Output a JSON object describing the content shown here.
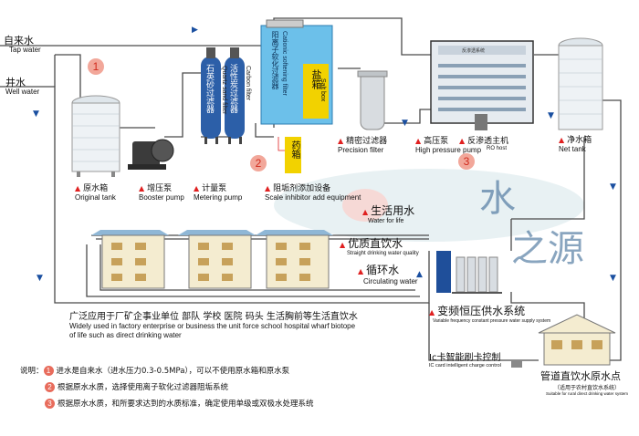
{
  "sources": {
    "tap_cn": "自来水",
    "tap_en": "Tap water",
    "well_cn": "井水",
    "well_en": "Well water"
  },
  "steps": {
    "s1": "1",
    "s2": "2",
    "s3": "3"
  },
  "equipment": {
    "original_tank_cn": "原水箱",
    "original_tank_en": "Original tank",
    "booster_cn": "增压泵",
    "booster_en": "Booster pump",
    "metering_cn": "计量泵",
    "metering_en": "Metering pump",
    "scale_cn": "阻垢剂添加设备",
    "scale_en": "Scale inhibitor add equipment",
    "precision_cn": "精密过滤器",
    "precision_en": "Precision filter",
    "highpump_cn": "高压泵",
    "highpump_en": "High pressure pump",
    "ro_cn": "反渗透主机",
    "ro_en": "RO host",
    "net_tank_cn": "净水箱",
    "net_tank_en": "Net tank",
    "quartz_cn": "石英砂过滤器",
    "quartz_en": "Quartz sand filter",
    "carbon_cn": "活性炭过滤器",
    "carbon_en": "Carbon filter",
    "cationic_cn": "阳离子软化过滤器",
    "cationic_en": "Cationic softening filter",
    "salt_cn": "盐箱",
    "salt_en": "Salt box",
    "drug_cn": "药箱"
  },
  "uses": {
    "life_cn": "生活用水",
    "life_en": "Water for life",
    "quality_cn": "优质直饮水",
    "quality_en": "Straight drinking water quality",
    "circ_cn": "循环水",
    "circ_en": "Circulating water"
  },
  "supply": {
    "vf_cn": "变频恒压供水系统",
    "vf_en": "Variable frequency constant pressure water supply system",
    "ic_cn": "Ic卡智能刷卡控制",
    "ic_en": "IC card intelligent charge control",
    "rural_cn": "管道直饮水原水点",
    "rural_sub_cn": "（适用于农村直饮水系统）",
    "rural_en": "Suitable for rural direct drinking water system"
  },
  "application": {
    "cn": "广泛应用于厂矿企事业单位 部队 学校 医院 码头 生活胸前等生活直饮水",
    "en1": "Widely used in factory enterprise or business the unit force school hospital wharf biotope",
    "en2": "of life such as direct drinking water"
  },
  "notes": {
    "label": "说明：",
    "n1": "进水是自来水（进水压力0.3-0.5MPa），可以不使用原水箱和原水泵",
    "n2": "根据原水水质，选择使用离子软化过滤器阻垢系统",
    "n3": "根据原水水质，和所要求达到的水质标准，确定使用单级或双极水处理系统"
  },
  "watermark": {
    "c1": "水",
    "c2": "之源"
  },
  "ro_panel_label": "反渗透系统",
  "colors": {
    "pipe": "#4a4a4a",
    "tank": "#e9eef2",
    "filter_blue": "#2c5fa8",
    "softener": "#5ab5e6",
    "yellow": "#f2d200",
    "arrow": "#1a4fa0",
    "red": "#e02020"
  }
}
